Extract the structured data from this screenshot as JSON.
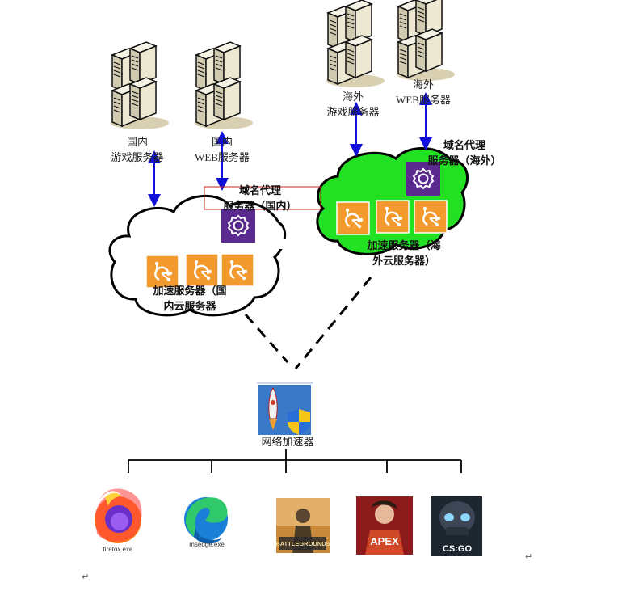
{
  "servers": {
    "domestic_game": "国内\n游戏服务器",
    "domestic_web": "国内\nWEB服务器",
    "overseas_game": "海外\n游戏服务器",
    "overseas_web": "海外\nWEB服务器"
  },
  "proxy": {
    "domestic": "域名代理\n服务器（国内）",
    "overseas": "域名代理\n服务器（海外）"
  },
  "accelerator": {
    "domestic": "加速服务器（国\n内云服务器",
    "overseas": "加速服务器（海\n外云服务器）"
  },
  "client": {
    "label": "网络加速器"
  },
  "apps": {
    "firefox": "firefox.exe",
    "msedge": "msedge.exe",
    "pubg_text": "BATTLEGROUNDS",
    "apex_text": "APEX",
    "csgo_text": "CS:GO"
  },
  "return_mark": "↵",
  "colors": {
    "arrow": "#1010d8",
    "cloud_green": "#22e022",
    "accel_orange": "#f29a2e",
    "proxy_purple": "#5a2a8f",
    "highlight_box": "#cc2222"
  }
}
